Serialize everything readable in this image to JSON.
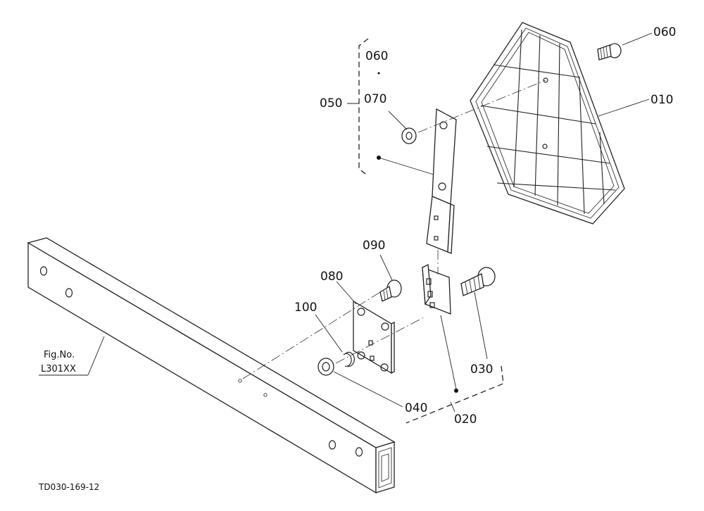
{
  "callouts": {
    "c010": "010",
    "c020": "020",
    "c030": "030",
    "c040": "040",
    "c050": "050",
    "c060_reflector": "060",
    "c060_group": "060",
    "c070": "070",
    "c080": "080",
    "c090": "090",
    "c100": "100"
  },
  "figure_ref": {
    "line1": "Fig.No.",
    "line2": "L301XX"
  },
  "drawing_code": "TD030-169-12"
}
